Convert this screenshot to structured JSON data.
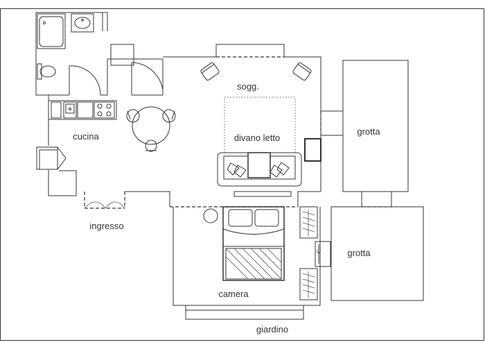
{
  "rooms": {
    "soggiorno": "sogg.",
    "divano_letto": "divano letto",
    "cucina": "cucina",
    "ingresso": "ingresso",
    "camera": "camera",
    "giardino": "giardino",
    "grotta_1": "grotta",
    "grotta_2": "grotta"
  },
  "colors": {
    "wall": "#333333",
    "background": "#ffffff",
    "label": "#333333"
  }
}
